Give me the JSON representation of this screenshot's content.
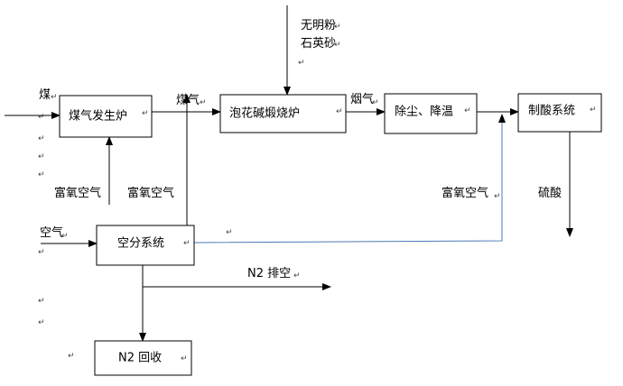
{
  "nodes": {
    "gasifier": "煤气发生炉",
    "calciner": "泡花碱煅烧炉",
    "dust_cooling": "除尘、降温",
    "acid_system": "制酸系统",
    "air_separation": "空分系统",
    "n2_recovery": "N2 回收"
  },
  "labels": {
    "coal_in": "煤",
    "coal_gas": "煤气",
    "raw_line1": "无明粉",
    "raw_line2": "石英砂",
    "flue_gas": "烟气",
    "enriched_air_1": "富氧空气",
    "enriched_air_2": "富氧空气",
    "enriched_air_3": "富氧空气",
    "sulfuric_acid": "硫酸",
    "air_in": "空气",
    "n2_vent": "N2 排空"
  },
  "return_mark": "↵",
  "colors": {
    "line": "#000000",
    "highlight_line": "#4a7ab5"
  }
}
